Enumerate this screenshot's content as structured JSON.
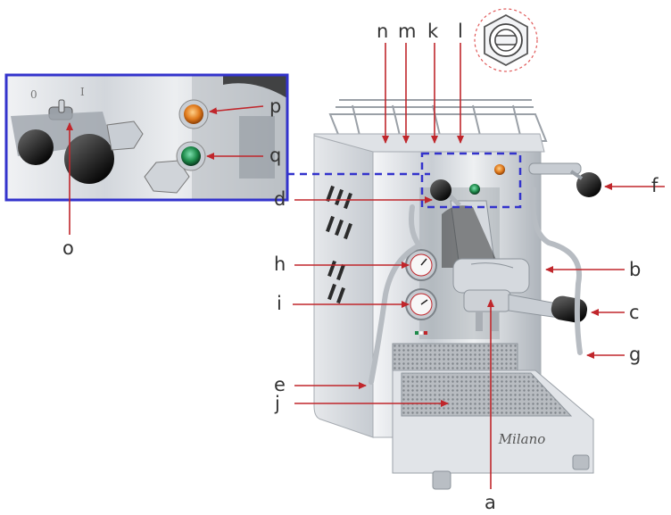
{
  "brand_name": "Milano",
  "inset_switch_marks": [
    "0",
    "I"
  ],
  "labels": {
    "n": "n",
    "m": "m",
    "k": "k",
    "l": "l",
    "p": "p",
    "q": "q",
    "o": "o",
    "f": "f",
    "d": "d",
    "h": "h",
    "i": "i",
    "b": "b",
    "g": "g",
    "c": "c",
    "e": "e",
    "j": "j",
    "a": "a"
  },
  "colors": {
    "annotation_arrow": "#c0262b",
    "inset_border": "#3333cc",
    "pilot_light_orange": "#e07a1c",
    "pilot_light_green": "#1e8a4a",
    "chrome": "#d9dde2"
  },
  "icons": {
    "valve_detail": "hex-nut-with-slot-icon"
  }
}
